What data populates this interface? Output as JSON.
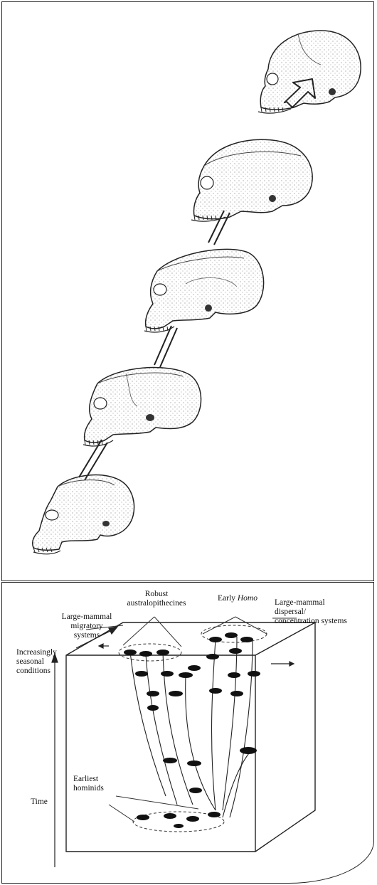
{
  "figure": {
    "top_panel": {
      "skulls": [
        {
          "name": "skull-1"
        },
        {
          "name": "skull-2"
        },
        {
          "name": "skull-3"
        },
        {
          "name": "skull-4"
        },
        {
          "name": "skull-5"
        }
      ]
    },
    "bottom_panel": {
      "labels": {
        "robust": "Robust australopithecines",
        "early_homo_prefix": "Early",
        "early_homo_genus": "Homo",
        "migratory": "Large-mammal migratory systems",
        "dispersal": "Large-mammal dispersal/ concentration systems",
        "seasonal": "Increasingly seasonal conditions",
        "earliest": "Earliest hominids",
        "time": "Time"
      }
    }
  }
}
